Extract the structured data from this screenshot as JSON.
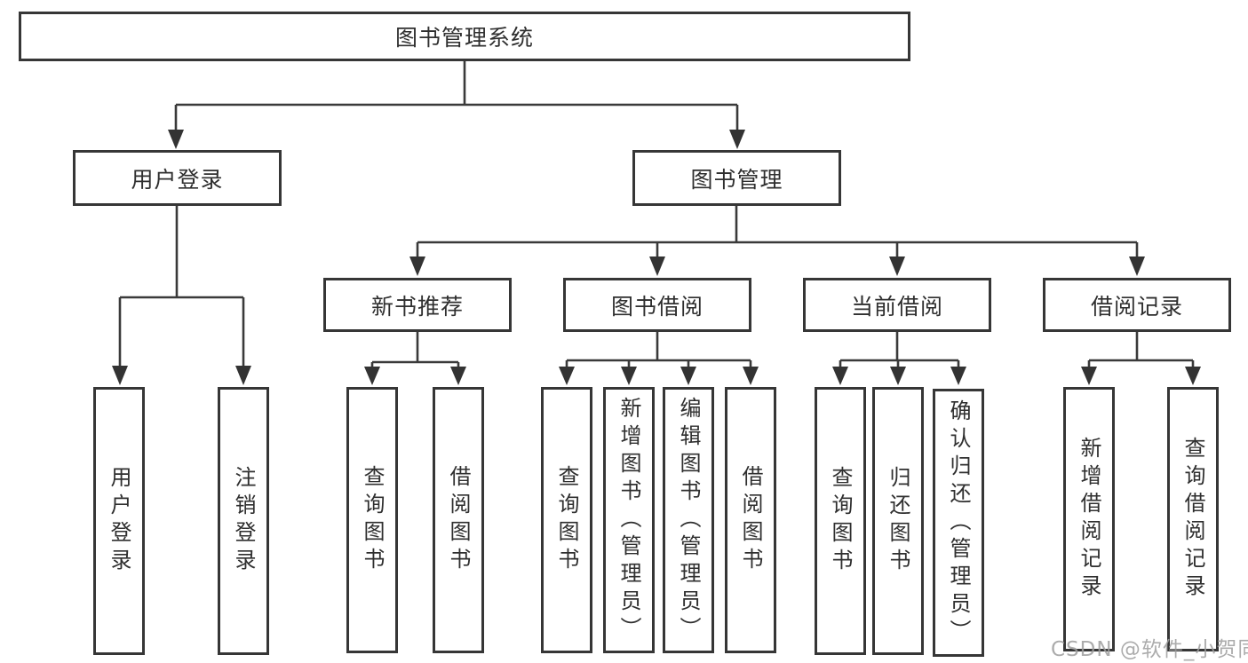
{
  "colors": {
    "line": "#3a3a3a",
    "box_border": "#363636",
    "text": "#2f2f2f",
    "watermark": "#9e9e9e",
    "background": "#ffffff"
  },
  "diagram": {
    "root": {
      "label": "图书管理系统"
    },
    "level2": [
      {
        "label": "用户登录"
      },
      {
        "label": "图书管理"
      }
    ],
    "level3": [
      {
        "label": "新书推荐",
        "parent": "图书管理"
      },
      {
        "label": "图书借阅",
        "parent": "图书管理"
      },
      {
        "label": "当前借阅",
        "parent": "图书管理"
      },
      {
        "label": "借阅记录",
        "parent": "图书管理"
      }
    ],
    "leaves": [
      {
        "label": "用户登录",
        "parent": "用户登录"
      },
      {
        "label": "注销登录",
        "parent": "用户登录"
      },
      {
        "label": "查询图书",
        "parent": "新书推荐"
      },
      {
        "label": "借阅图书",
        "parent": "新书推荐"
      },
      {
        "label": "查询图书",
        "parent": "图书借阅"
      },
      {
        "label": "新增图书（管理员）",
        "parent": "图书借阅"
      },
      {
        "label": "编辑图书（管理员）",
        "parent": "图书借阅"
      },
      {
        "label": "借阅图书",
        "parent": "图书借阅"
      },
      {
        "label": "查询图书",
        "parent": "当前借阅"
      },
      {
        "label": "归还图书",
        "parent": "当前借阅"
      },
      {
        "label": "确认归还（管理员）",
        "parent": "当前借阅"
      },
      {
        "label": "新增借阅记录",
        "parent": "借阅记录"
      },
      {
        "label": "查询借阅记录",
        "parent": "借阅记录"
      }
    ],
    "watermark": "CSDN @软件_小贺同学"
  }
}
